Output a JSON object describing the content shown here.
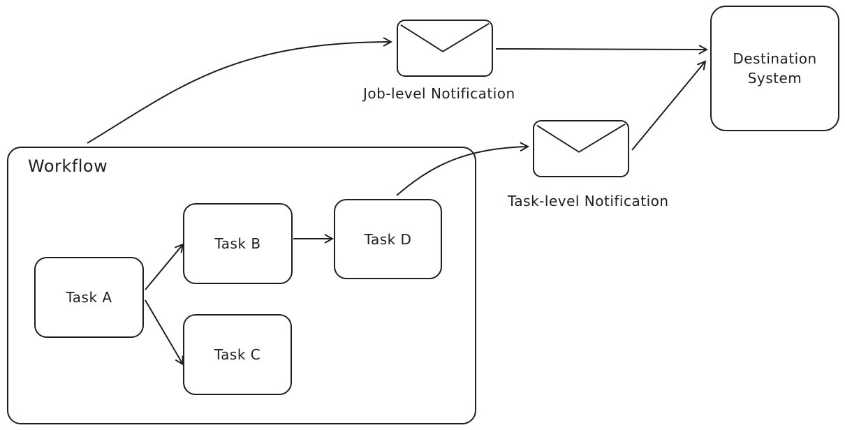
{
  "workflow": {
    "title": "Workflow",
    "tasks": {
      "a": "Task A",
      "b": "Task B",
      "c": "Task C",
      "d": "Task D"
    }
  },
  "notifications": {
    "job_level": "Job-level Notification",
    "task_level": "Task-level Notification",
    "job_icon": "envelope-icon",
    "task_icon": "envelope-icon"
  },
  "destination": {
    "line1": "Destination",
    "line2": "System"
  }
}
